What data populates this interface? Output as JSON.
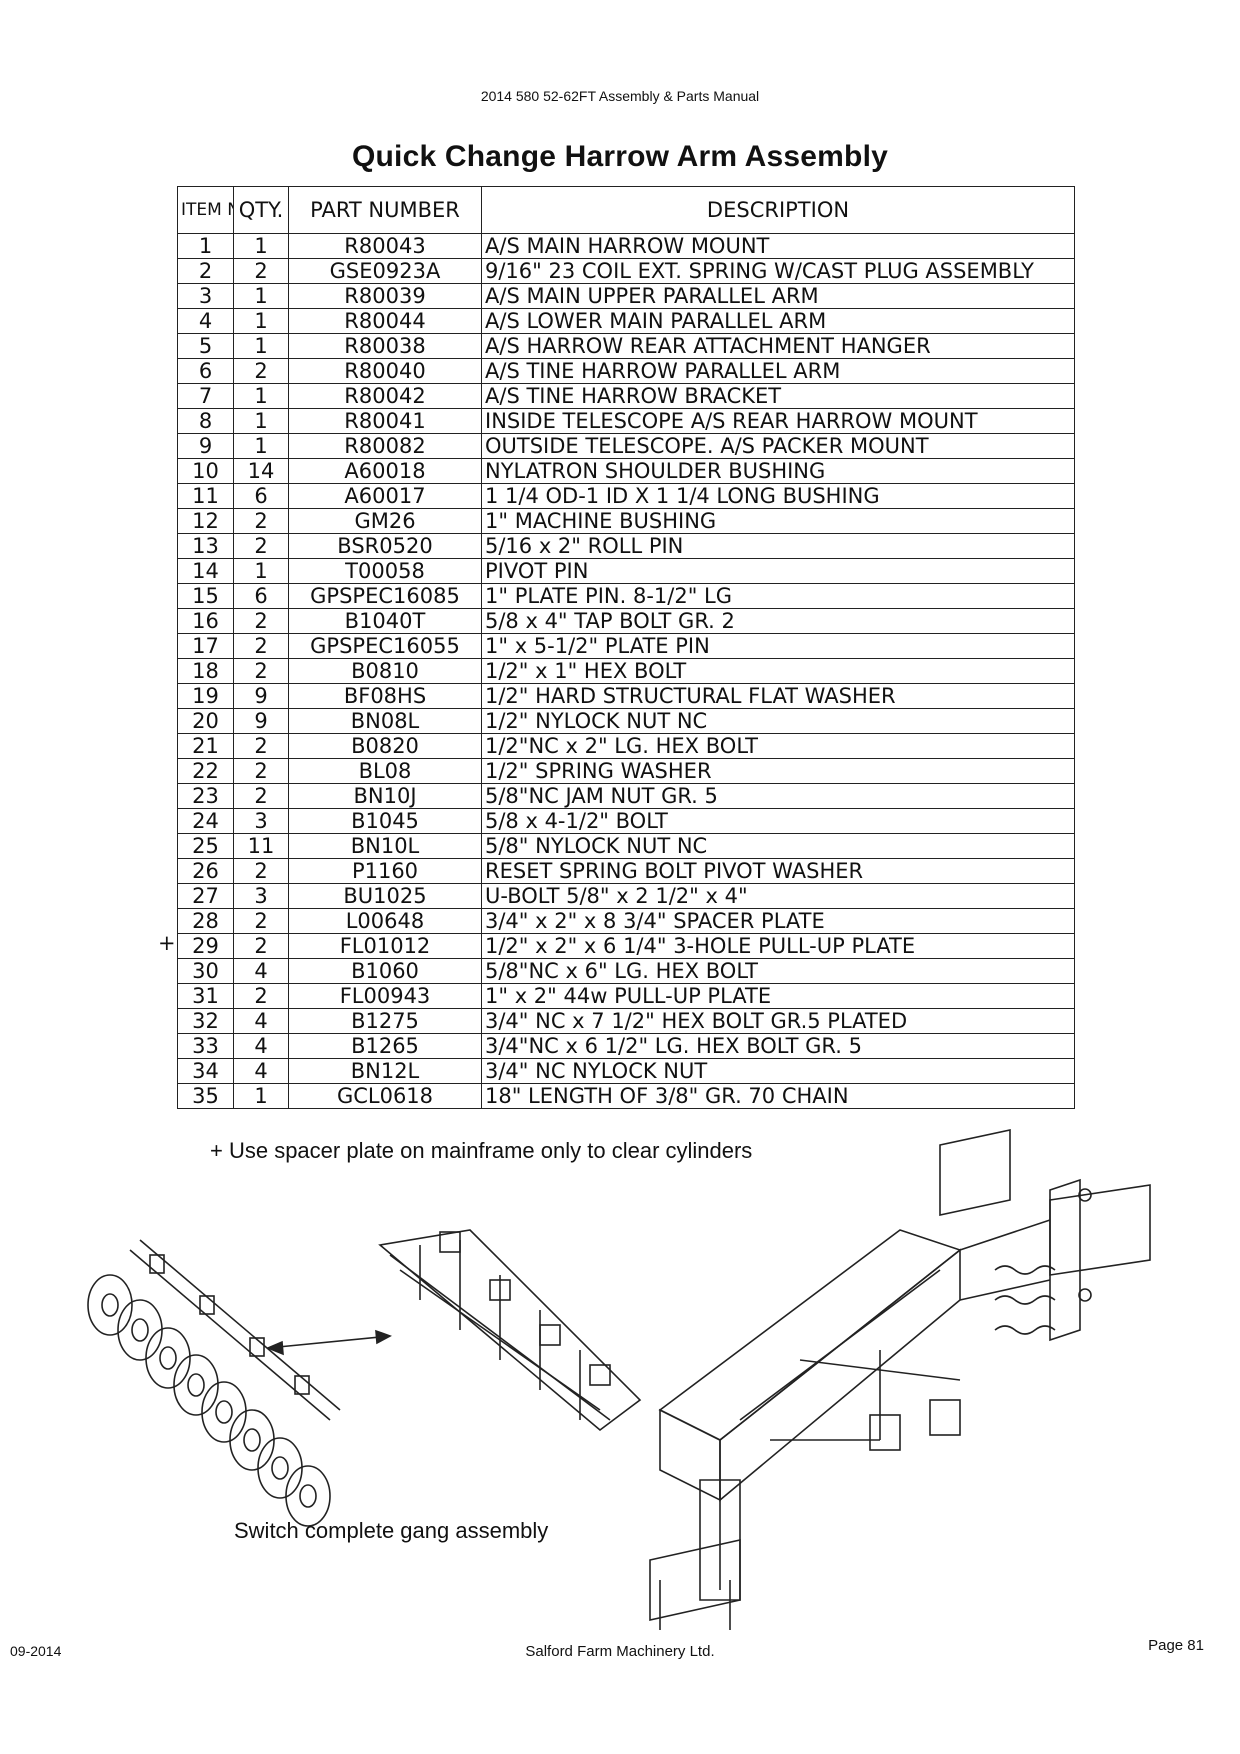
{
  "header": {
    "manual_title": "2014 580 52-62FT Assembly & Parts Manual"
  },
  "title": "Quick Change Harrow Arm Assembly",
  "table": {
    "headers": {
      "item_no": "ITEM NO.",
      "qty": "QTY.",
      "part_number": "PART NUMBER",
      "description": "DESCRIPTION"
    },
    "rows": [
      [
        "1",
        "1",
        "R80043",
        "A/S MAIN HARROW MOUNT"
      ],
      [
        "2",
        "2",
        "GSE0923A",
        "9/16\" 23 COIL EXT. SPRING W/CAST PLUG ASSEMBLY"
      ],
      [
        "3",
        "1",
        "R80039",
        "A/S MAIN UPPER PARALLEL ARM"
      ],
      [
        "4",
        "1",
        "R80044",
        "A/S LOWER MAIN PARALLEL ARM"
      ],
      [
        "5",
        "1",
        "R80038",
        "A/S HARROW REAR ATTACHMENT HANGER"
      ],
      [
        "6",
        "2",
        "R80040",
        "A/S TINE HARROW PARALLEL ARM"
      ],
      [
        "7",
        "1",
        "R80042",
        "A/S TINE HARROW BRACKET"
      ],
      [
        "8",
        "1",
        "R80041",
        "INSIDE TELESCOPE A/S REAR HARROW  MOUNT"
      ],
      [
        "9",
        "1",
        "R80082",
        "OUTSIDE TELESCOPE.  A/S PACKER MOUNT"
      ],
      [
        "10",
        "14",
        "A60018",
        "NYLATRON SHOULDER BUSHING"
      ],
      [
        "11",
        "6",
        "A60017",
        "1 1/4 OD-1 ID X 1 1/4 LONG BUSHING"
      ],
      [
        "12",
        "2",
        "GM26",
        "1\" MACHINE BUSHING"
      ],
      [
        "13",
        "2",
        "BSR0520",
        "5/16 x 2\" ROLL PIN"
      ],
      [
        "14",
        "1",
        "T00058",
        "PIVOT PIN"
      ],
      [
        "15",
        "6",
        "GPSPEC16085",
        "1\" PLATE PIN.  8-1/2\" LG"
      ],
      [
        "16",
        "2",
        "B1040T",
        "5/8 x 4\" TAP BOLT GR. 2"
      ],
      [
        "17",
        "2",
        "GPSPEC16055",
        "1\" x 5-1/2\" PLATE PIN"
      ],
      [
        "18",
        "2",
        "B0810",
        "1/2\" x 1\" HEX BOLT"
      ],
      [
        "19",
        "9",
        "BF08HS",
        "1/2\" HARD STRUCTURAL FLAT WASHER"
      ],
      [
        "20",
        "9",
        "BN08L",
        "1/2\" NYLOCK NUT NC"
      ],
      [
        "21",
        "2",
        "B0820",
        "1/2\"NC x 2\" LG. HEX BOLT"
      ],
      [
        "22",
        "2",
        "BL08",
        "1/2\" SPRING WASHER"
      ],
      [
        "23",
        "2",
        "BN10J",
        "5/8\"NC JAM NUT GR. 5"
      ],
      [
        "24",
        "3",
        "B1045",
        "5/8 x 4-1/2\" BOLT"
      ],
      [
        "25",
        "11",
        "BN10L",
        "5/8\" NYLOCK NUT NC"
      ],
      [
        "26",
        "2",
        "P1160",
        "RESET SPRING BOLT PIVOT WASHER"
      ],
      [
        "27",
        "3",
        "BU1025",
        "U-BOLT 5/8\" x 2 1/2\" x 4\""
      ],
      [
        "28",
        "2",
        "L00648",
        "3/4\" x 2\" x 8 3/4\" SPACER PLATE"
      ],
      [
        "29",
        "2",
        "FL01012",
        "1/2\" x 2\" x 6 1/4\" 3-HOLE PULL-UP PLATE"
      ],
      [
        "30",
        "4",
        "B1060",
        "5/8\"NC x 6\" LG. HEX BOLT"
      ],
      [
        "31",
        "2",
        "FL00943",
        "1\" x 2\" 44w PULL-UP PLATE"
      ],
      [
        "32",
        "4",
        "B1275",
        "3/4\" NC x 7 1/2\" HEX BOLT GR.5 PLATED"
      ],
      [
        "33",
        "4",
        "B1265",
        "3/4\"NC x 6 1/2\" LG. HEX BOLT GR. 5"
      ],
      [
        "34",
        "4",
        "BN12L",
        "3/4\" NC NYLOCK NUT"
      ],
      [
        "35",
        "1",
        "GCL0618",
        "18\" LENGTH OF 3/8\" GR. 70 CHAIN"
      ]
    ]
  },
  "row_marker": "+",
  "note": "+ Use spacer plate on mainframe only to clear cylinders",
  "caption": "Switch complete gang assembly",
  "footer": {
    "date": "09-2014",
    "company": "Salford Farm Machinery Ltd.",
    "page": "Page 81"
  }
}
